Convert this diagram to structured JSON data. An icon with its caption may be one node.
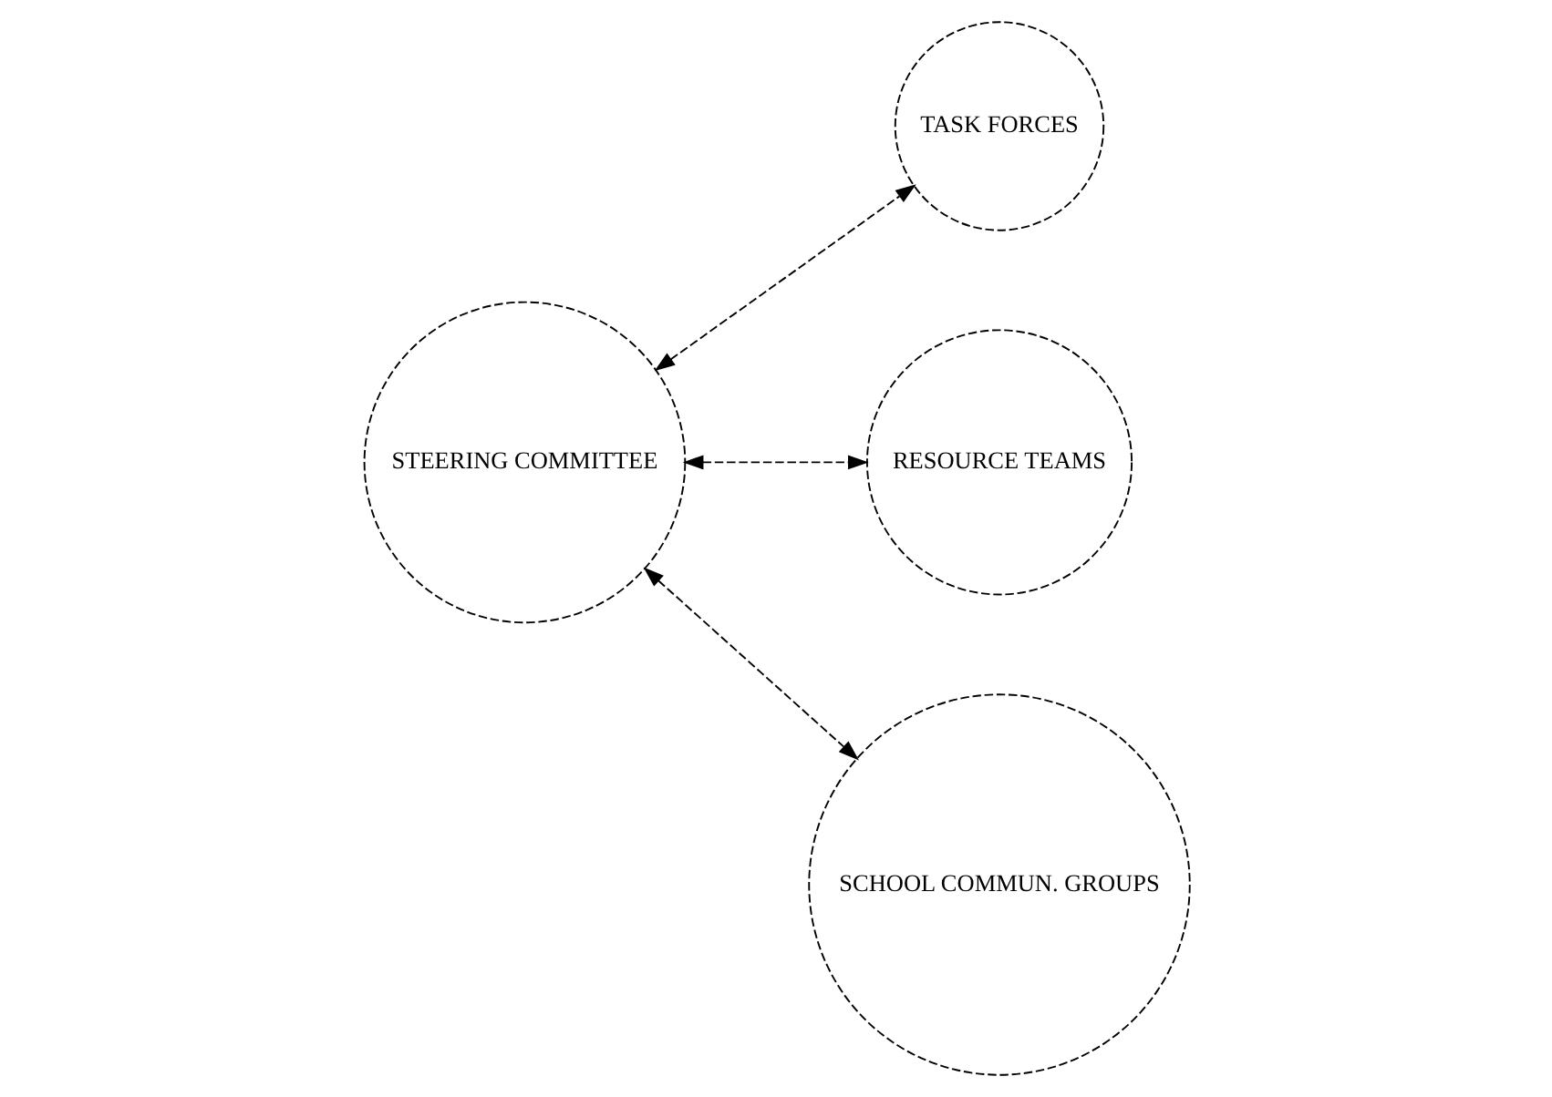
{
  "diagram": {
    "nodes": [
      {
        "text": [
          "TASK FORCES"
        ]
      },
      {
        "text": [
          "RESOURCE TEAMS"
        ]
      },
      {
        "text": [
          "STEERING COMMITTEE"
        ]
      },
      {
        "text": [
          "SCHOOL COMMUN. GROUPS"
        ]
      }
    ],
    "edges": [
      {
        "from": 2,
        "to": 0,
        "arrow": "both",
        "style": "dashed"
      },
      {
        "from": 2,
        "to": 1,
        "arrow": "both",
        "style": "dashed"
      },
      {
        "from": 2,
        "to": 3,
        "arrow": "both",
        "style": "dashed"
      }
    ]
  }
}
